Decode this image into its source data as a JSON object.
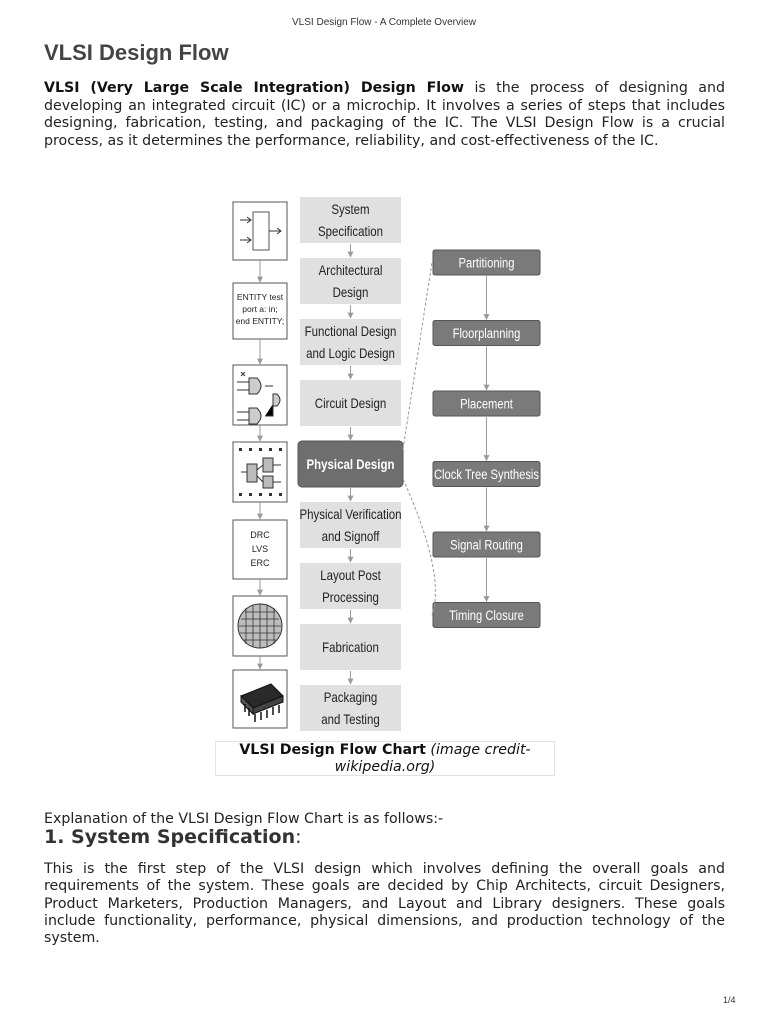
{
  "header": {
    "document_title": "VLSI Design Flow - A Complete Overview"
  },
  "title": "VLSI Design Flow",
  "intro": {
    "bold_lead": "VLSI (Very Large Scale Integration) Design Flow",
    "text": " is the process of designing and developing an integrated circuit (IC) or a microchip. It involves a series of steps that includes designing, fabrication, testing, and packaging of the IC. The VLSI Design Flow is a crucial process, as it determines the performance, reliability, and cost-effectiveness of the IC."
  },
  "figure": {
    "main_steps": [
      [
        "System",
        "Specification"
      ],
      [
        "Architectural",
        "Design"
      ],
      [
        "Functional Design",
        "and Logic Design"
      ],
      [
        "Circuit Design"
      ],
      [
        "Physical Design"
      ],
      [
        "Physical Verification",
        "and Signoff"
      ],
      [
        "Layout Post",
        "Processing"
      ],
      [
        "Fabrication"
      ],
      [
        "Packaging",
        "and Testing"
      ]
    ],
    "highlighted_step": 4,
    "physical_steps": [
      "Partitioning",
      "Floorplanning",
      "Placement",
      "Clock Tree Synthesis",
      "Signal Routing",
      "Timing Closure"
    ],
    "icon_texts": {
      "entity": [
        "ENTITY test",
        "port a: in;",
        "end ENTITY;"
      ],
      "verification": [
        "DRC",
        "LVS",
        "ERC"
      ]
    },
    "caption_bold": "VLSI Design Flow Chart",
    "caption_italic": " (image credit-wikipedia.org)"
  },
  "explanation_intro": "Explanation of the VLSI Design Flow Chart is as follows:-",
  "section1": {
    "heading": "1. System Specification",
    "heading_suffix": ":",
    "body": "This is the first step of the VLSI design which involves defining the overall goals and requirements of the system. These goals are decided by Chip Architects, circuit Designers, Product Marketers, Production Managers, and Layout and Library designers. These goals include functionality, performance, physical dimensions, and production technology of the system."
  },
  "page_number": "1/4",
  "colors": {
    "step_fill": "#e0e0e0",
    "highlight_fill": "#6e6e6e",
    "physical_fill": "#7a7a7a",
    "line": "#9a9a9a"
  }
}
